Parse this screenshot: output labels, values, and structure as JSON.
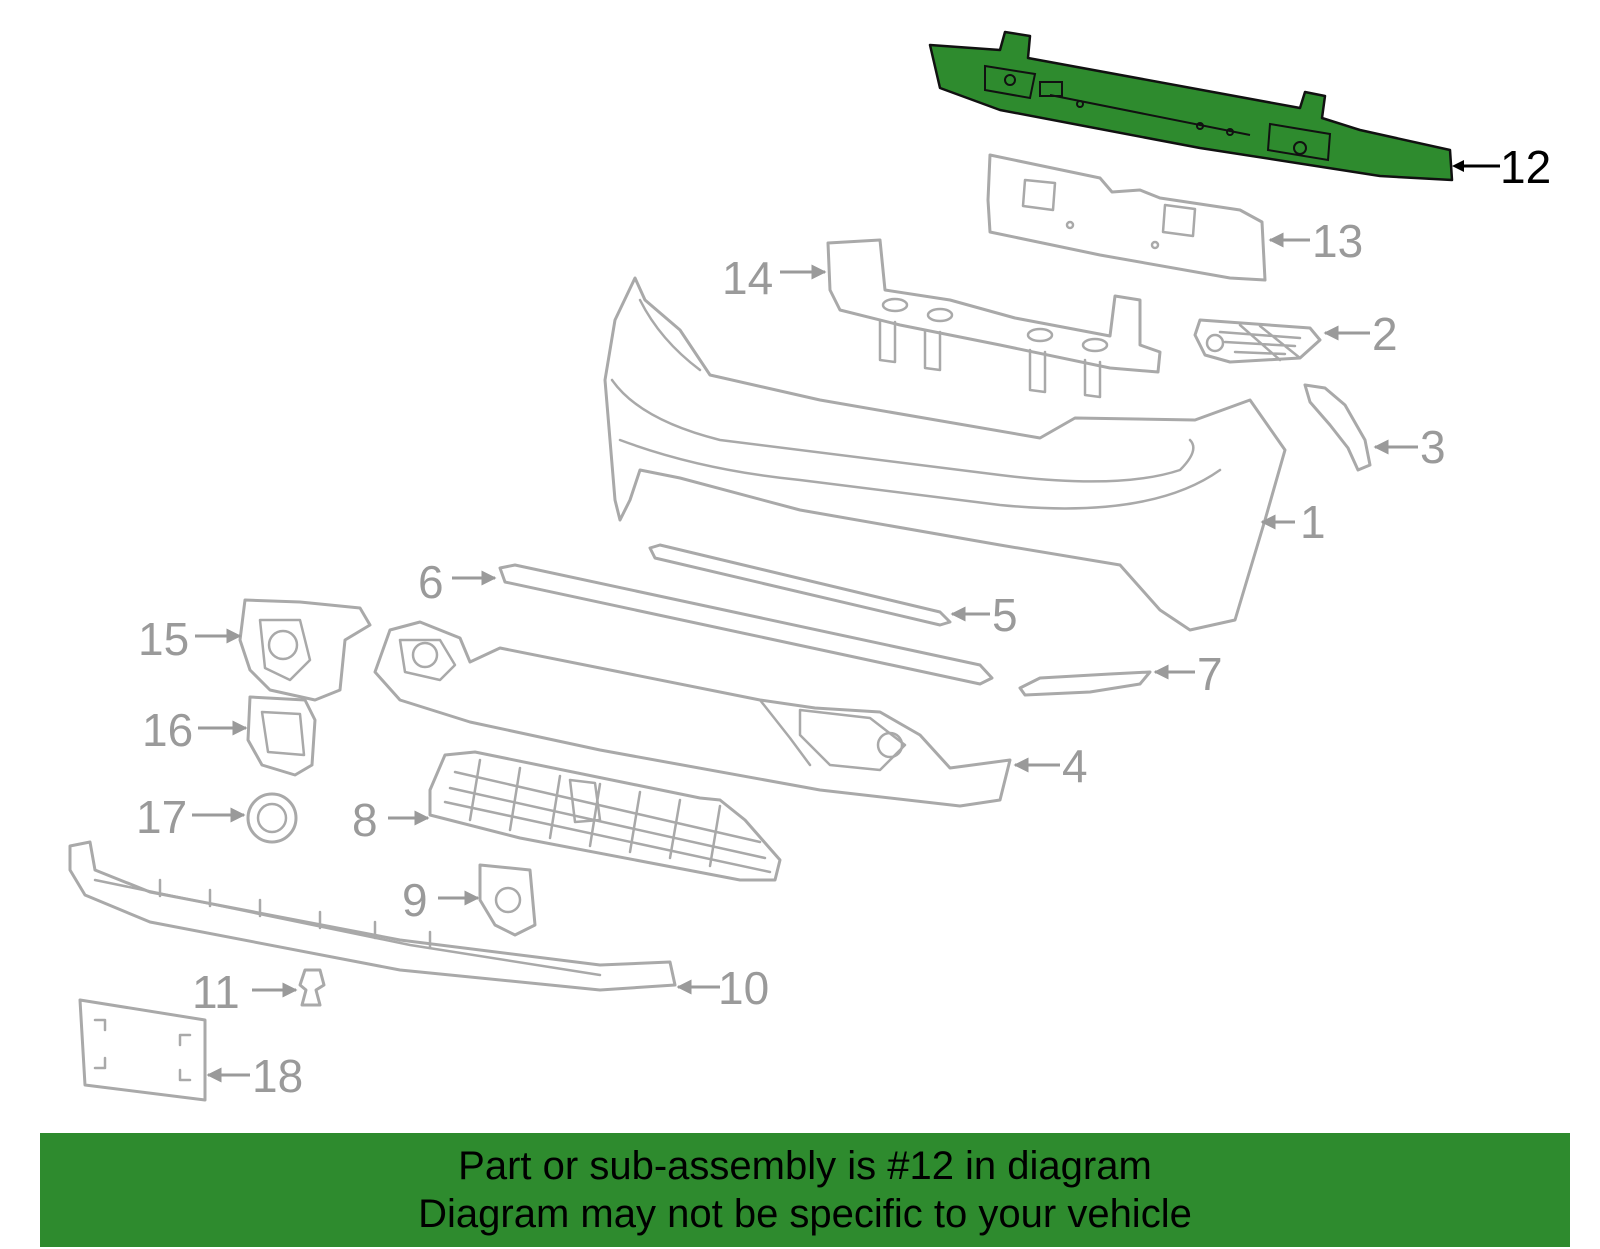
{
  "colors": {
    "highlight_part": "#2e8b2e",
    "banner_background": "#2e8b2e",
    "part_outline": "#a9a9a9",
    "callout_text": "#9a9a9a",
    "selected_callout_text": "#000000"
  },
  "diagram": {
    "selected_part": "12",
    "callouts": {
      "c1": "1",
      "c2": "2",
      "c3": "3",
      "c4": "4",
      "c5": "5",
      "c6": "6",
      "c7": "7",
      "c8": "8",
      "c9": "9",
      "c10": "10",
      "c11": "11",
      "c12": "12",
      "c13": "13",
      "c14": "14",
      "c15": "15",
      "c16": "16",
      "c17": "17",
      "c18": "18"
    }
  },
  "banner": {
    "line1": "Part or sub-assembly is #12 in diagram",
    "line2": "Diagram may not be specific to your vehicle"
  }
}
